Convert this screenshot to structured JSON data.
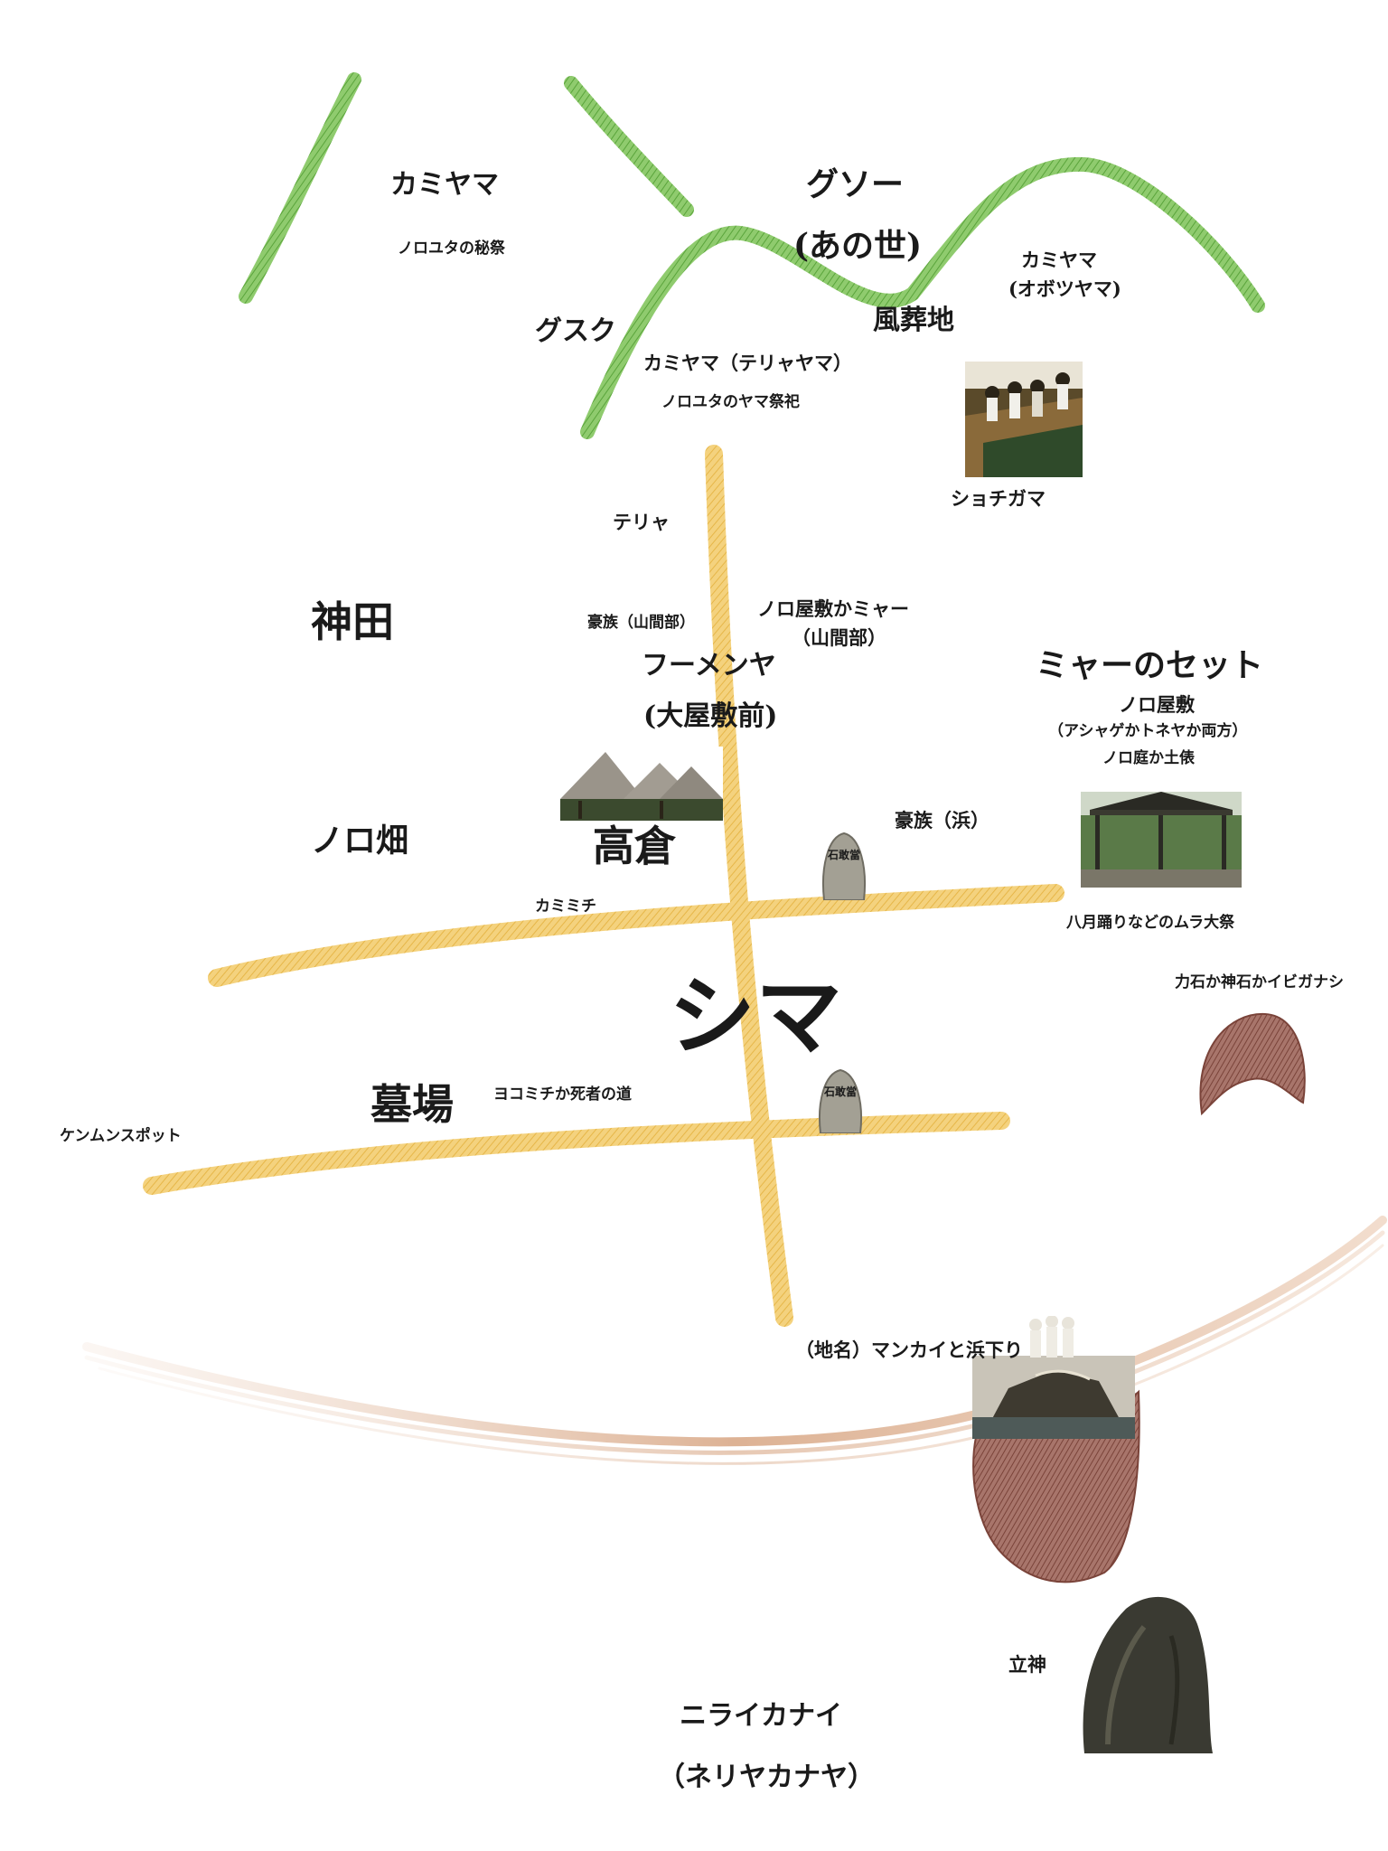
{
  "labels": {
    "kamiyama_left": "カミヤマ",
    "noroyuta_hisai": "ノロユタの秘祭",
    "guso": "グソー",
    "ano_yo": "(あの世)",
    "kamiyama_right": "カミヤマ",
    "obotsuyama": "(オボツヤマ)",
    "fusochi": "風葬地",
    "gusuku": "グスク",
    "kamiyama_teriya": "カミヤマ（テリャヤマ）",
    "noroyuta_yama": "ノロユタのヤマ祭祀",
    "shochigama": "ショチガマ",
    "teriya": "テリャ",
    "shinden": "神田",
    "gozoku_sankan": "豪族（山間部）",
    "noro_yashiki_miya": "ノロ屋敷かミャー",
    "sankanbu": "（山間部）",
    "fumenya": "フーメンヤ",
    "oyashiki_mae": "(大屋敷前)",
    "miya_set": "ミャーのセット",
    "noro_yashiki": "ノロ屋敷",
    "ashage_toneya": "（アシャゲかトネヤか両方）",
    "noro_niwa": "ノロ庭か土俵",
    "noro_hatake": "ノロ畑",
    "takakura": "高倉",
    "gozoku_hama": "豪族（浜）",
    "hachigatsu": "八月踊りなどのムラ大祭",
    "kamimichi": "カミミチ",
    "chikaraishi": "力石か神石かイビガナシ",
    "shima": "シマ",
    "hakaba": "墓場",
    "yokomichi": "ヨコミチか死者の道",
    "kenmun": "ケンムンスポット",
    "mankai": "（地名）マンカイと浜下り",
    "tachigami": "立神",
    "nirai": "ニライカナイ",
    "neriya": "（ネリヤカナヤ）",
    "stone_1": "石敢當",
    "stone_2": "石敢當"
  },
  "colors": {
    "mountain_green": "#6cb84a",
    "road_yellow": "#efc45a",
    "earth_brown": "#8b5349",
    "shore_tan": "#d9a988",
    "stone_grey": "#a3a094"
  },
  "icons": [
    "mountain-ridge",
    "village-road",
    "thatched-storehouse-photo",
    "ishigandang-stone",
    "ritual-gathering-photo",
    "miya-pavilion-photo",
    "power-stone-mound",
    "shoreline",
    "rock-shrine-photo",
    "tachigami-rock"
  ]
}
